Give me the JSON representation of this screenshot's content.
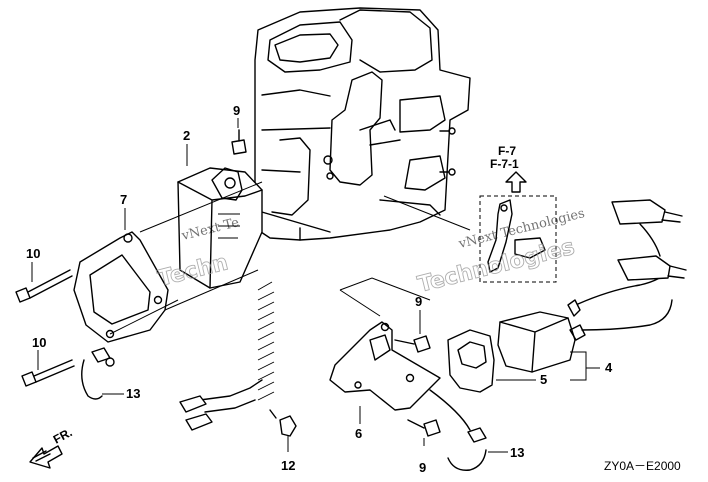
{
  "callouts": {
    "c2": "2",
    "c4": "4",
    "c5": "5",
    "c6": "6",
    "c7": "7",
    "c9a": "9",
    "c9b": "9",
    "c9c": "9",
    "c10a": "10",
    "c10b": "10",
    "c12": "12",
    "c13a": "13",
    "c13b": "13"
  },
  "references": {
    "f7": "F-7",
    "f71": "F-7-1"
  },
  "front_marker": "FR.",
  "diagram_code": "ZY0A－E2000",
  "watermark": {
    "line1a": "vNext Te",
    "line2a": "Techn",
    "line1b": "vNext Technologies",
    "line2b": "Technologies"
  }
}
